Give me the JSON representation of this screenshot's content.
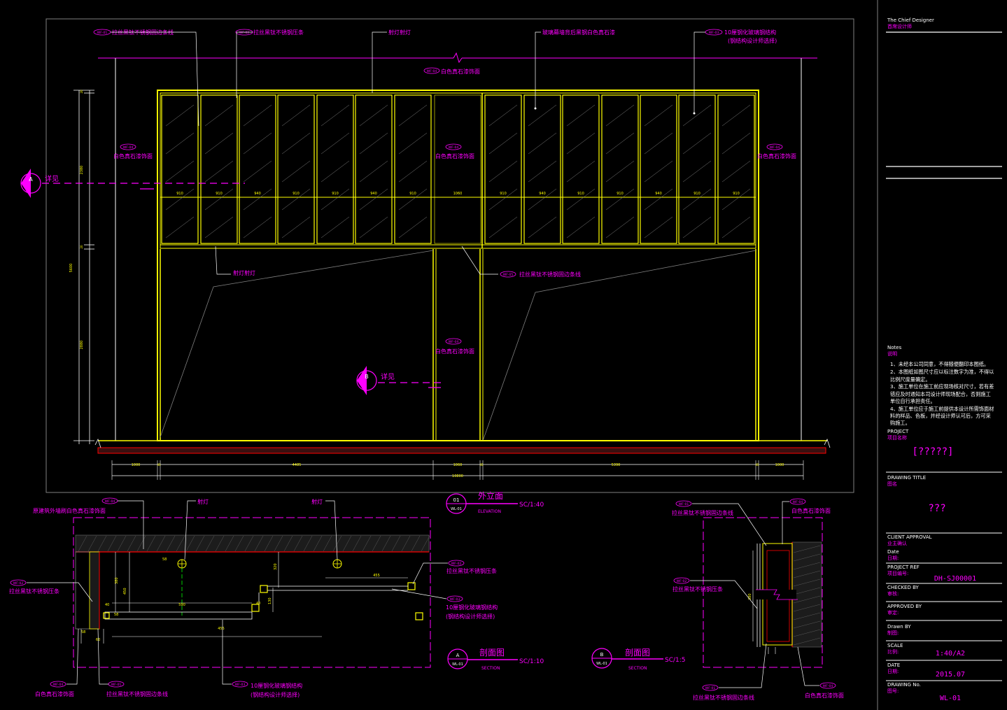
{
  "colors": {
    "background": "#000000",
    "magenta": "#ff00ff",
    "yellow": "#ffff00",
    "white": "#ffffff",
    "grey": "#808080",
    "red": "#ff0000",
    "green": "#00ff00"
  },
  "title_block": {
    "designer_en": "The Chief Designer",
    "designer_cn": "首席设计师",
    "notes_en": "Notes",
    "notes_cn": "说明",
    "notes": [
      "1、未经本公司同意，不得随便翻印本图纸。",
      "2、本图纸如图尺寸应以标注数字为准，不得以",
      "比例尺度量确定。",
      "3、施工单位在施工前应现场核对尺寸，若有差",
      "错应及时通知本司设计师现场配合，否则施工",
      "单位自行承担责任。",
      "4、施工单位应于施工前提供本设计所需饰面材",
      "料的样品、色板，并经设计师认可后，方可采",
      "购施工。"
    ],
    "project_en": "PROJECT",
    "project_cn": "项目名称",
    "project_value": "[?????]",
    "drawing_title_en": "DRAWING  TITLE",
    "drawing_title_cn": "图名",
    "drawing_title_value": "???",
    "client_approval_en": "CLIENT APPROVAL",
    "client_approval_cn": "业主确认",
    "date_en": "Date",
    "date_cn": "日期:",
    "project_ref_en": "PROJECT REF",
    "project_ref_cn": "项目编号:",
    "project_ref_value": "DH-SJ00001",
    "checked_by_en": "CHECKED BY",
    "checked_by_cn": "审核:",
    "approved_by_en": "APPROVED BY",
    "approved_by_cn": "审定:",
    "drawn_by_en": "Drawn BY",
    "drawn_by_cn": "制图:",
    "scale_en": "SCALE",
    "scale_cn": "比例:",
    "scale_value": "1:40/A2",
    "date2_en": "DATE",
    "date2_cn": "日期:",
    "date_value": "2015.07",
    "drawing_no_en": "DRAWING No.",
    "drawing_no_cn": "图号:",
    "drawing_no_value": "WL-01"
  },
  "elevation": {
    "title_cn": "外立面",
    "title_en": "ELEVATION",
    "scale": "SC/1:40",
    "symbol_top": "01",
    "symbol_bottom": "WL-01",
    "callouts": {
      "top1": "拉丝黑钛不锈钢固边条线",
      "top2": "拉丝黑钛不锈钢压条",
      "top3": "射灯射灯",
      "top4": "玻璃幕墙背后黑钢白色真石漆",
      "top5": "10厘钢化玻璃钢结构",
      "top5b": "(钢结构设计师选择)",
      "center_top": "白色真石漆饰面",
      "left_side": "白色真石漆饰面",
      "center_mid": "白色真石漆饰面",
      "right_side": "白色真石漆饰面",
      "center_low": "白色真石漆饰面",
      "spot": "射灯射灯",
      "strip": "拉丝黑钛不锈钢固边条线",
      "section_a": "详见",
      "section_b": "详见"
    },
    "tags": {
      "t1": "WF-01",
      "t2": "WF-02",
      "t3": "WF-03",
      "t4": "WF-04",
      "t5": "WF-05"
    },
    "section_a_letter": "A",
    "section_b_letter": "B",
    "panel_widths": [
      "910",
      "910",
      "940",
      "910",
      "910",
      "940",
      "910",
      "1060",
      "910",
      "940",
      "910",
      "910",
      "940",
      "910",
      "910"
    ],
    "left_dims": [
      "2380",
      "20",
      "2880",
      "20",
      "5600"
    ],
    "bottom_dims": [
      "1000",
      "45",
      "4485",
      "1060",
      "45",
      "5390",
      "45",
      "1000"
    ],
    "overall_dim": "10800"
  },
  "section_left": {
    "title_cn": "剖面图",
    "title_en": "SECTION",
    "scale": "SC/1:10",
    "symbol_top": "A",
    "symbol_bottom": "WL-01",
    "callouts": {
      "top_left": "原建筑外墙刷白色真石漆饰面",
      "spot1": "射灯",
      "spot2": "射灯",
      "right1": "拉丝黑钛不锈钢压条",
      "right2": "10厘钢化玻璃钢结构",
      "right2b": "(钢结构设计师选择)",
      "left1": "拉丝黑钛不锈钢压条",
      "bottom1": "白色真石漆饰面",
      "bottom2": "拉丝黑钛不锈钢固边条线",
      "bottom3": "10厘钢化玻璃钢结构",
      "bottom3b": "(钢结构设计师选择)"
    },
    "dims": [
      "58",
      "380",
      "450",
      "40",
      "58",
      "58",
      "60",
      "590",
      "455",
      "320",
      "40",
      "130",
      "455"
    ]
  },
  "section_right": {
    "title_cn": "剖面图",
    "title_en": "SECTION",
    "scale": "SC/1:5",
    "symbol_top": "B",
    "symbol_bottom": "WL-01",
    "callouts": {
      "top1": "拉丝黑钛不锈钢固边条线",
      "top2": "白色真石漆饰面",
      "mid": "拉丝黑钛不锈钢压条",
      "bottom1": "拉丝黑钛不锈钢固边条线",
      "bottom2": "白色真石漆饰面"
    },
    "dim": "380"
  }
}
